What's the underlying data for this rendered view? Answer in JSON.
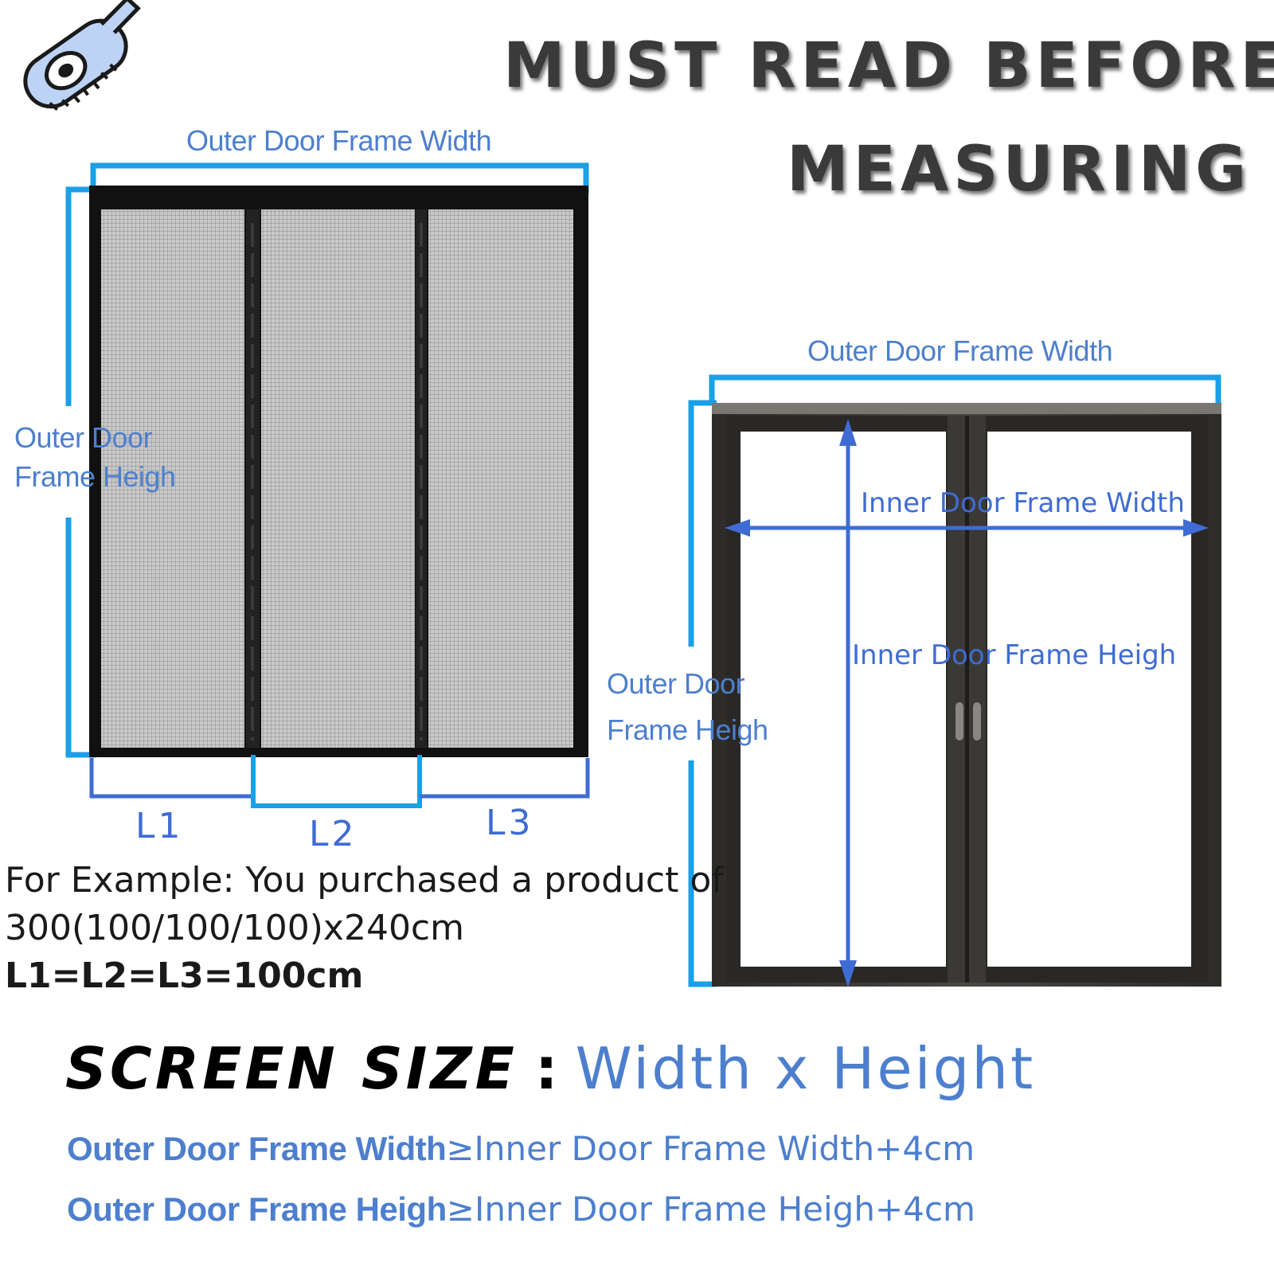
{
  "title": {
    "line1": "MUST READ BEFORE",
    "line2": "MEASURING"
  },
  "icons": {
    "logo": "tape-measure-icon"
  },
  "screen_diagram": {
    "top_label": "Outer Door Frame Width",
    "side_label_line1": "Outer Door",
    "side_label_line2": "Frame Heigh",
    "segments": [
      "L1",
      "L2",
      "L3"
    ]
  },
  "door_diagram": {
    "top_label": "Outer Door Frame Width",
    "side_label_line1": "Outer Door",
    "side_label_line2": "Frame Heigh",
    "inner_width_label": "Inner Door Frame Width",
    "inner_height_label": "Inner Door Frame Heigh"
  },
  "example": {
    "line1": "For Example: You purchased a product of",
    "line2": "300(100/100/100)x240cm",
    "line3": "L1=L2=L3=100cm"
  },
  "screen_size": {
    "label": "SCREEN SIZE",
    "separator": ":",
    "value": "Width x Height"
  },
  "formulas": [
    {
      "lhs": "Outer Door Frame Width",
      "rhs": "≥Inner Door Frame Width+4cm"
    },
    {
      "lhs": "Outer Door Frame Heigh",
      "rhs": "≥Inner Door Frame Heigh+4cm"
    }
  ],
  "colors": {
    "cyan": "#1aa0e6",
    "blue": "#4d7fce",
    "arrow": "#3f6cd3",
    "frame": "#3c3a38"
  }
}
